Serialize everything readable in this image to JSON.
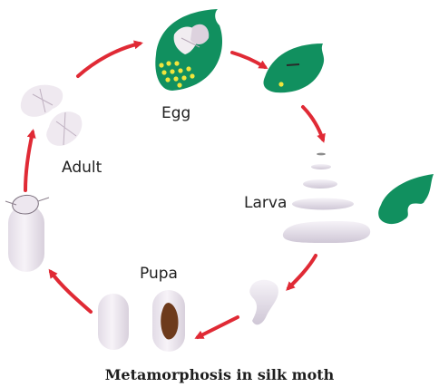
{
  "caption": "Metamorphosis in silk moth",
  "stages": {
    "egg": "Egg",
    "larva": "Larva",
    "pupa": "Pupa",
    "adult": "Adult"
  },
  "colors": {
    "arrow": "#e02a35",
    "leaf": "#11905f",
    "egg": "#f1e53c",
    "larva": "#ece8f1",
    "cocoon": "#f3eef4",
    "pupa_body": "#6d3a1c"
  },
  "icons": [
    "leaf-icon",
    "moth-icon",
    "larva-icon",
    "cocoon-icon",
    "pupa-icon",
    "arrow-icon"
  ]
}
